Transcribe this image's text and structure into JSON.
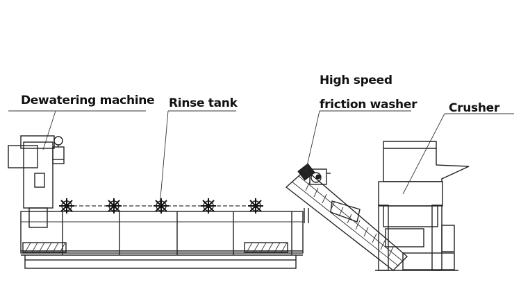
{
  "labels": {
    "dewatering": "Dewatering machine",
    "rinse": "Rinse tank",
    "high_speed": "High speed",
    "friction": "friction washer",
    "crusher": "Crusher"
  },
  "colors": {
    "ink": "#222222",
    "background": "#ffffff"
  }
}
